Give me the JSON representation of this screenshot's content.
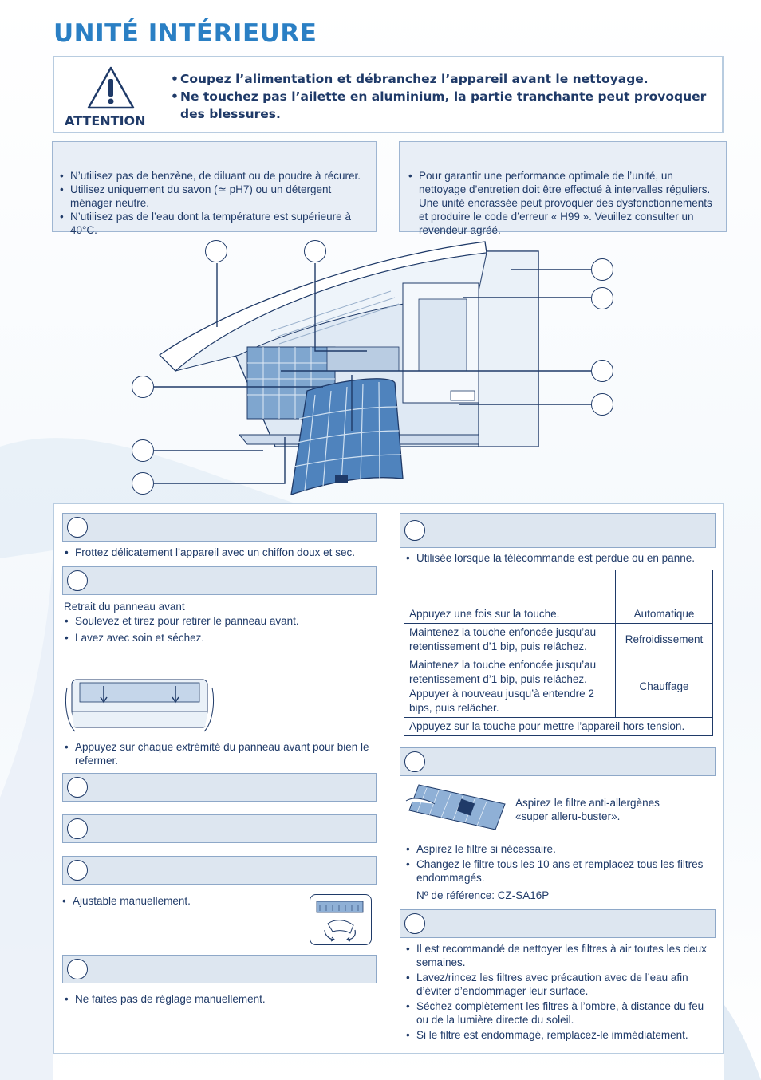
{
  "page_title": "UNITÉ INTÉRIEURE",
  "attention": {
    "label": "ATTENTION",
    "lines": [
      "Coupez l’alimentation et débranchez l’appareil avant le nettoyage.",
      "Ne touchez pas l’ailette en aluminium, la partie tranchante peut provoquer des blessures."
    ]
  },
  "notes_left": [
    "N’utilisez pas de benzène, de diluant ou de poudre à récurer.",
    "Utilisez uniquement du savon (≃ pH7) ou un détergent ménager neutre.",
    "N’utilisez pas de l’eau dont la température est supérieure à 40°C."
  ],
  "notes_right": [
    "Pour garantir une performance optimale de l’unité, un nettoyage d’entretien doit être effectué à intervalles réguliers. Une unité encrassée peut provoquer des dysfonctionnements et produire le code d’erreur « H99 ». Veuillez consulter un revendeur agréé."
  ],
  "left_sections": {
    "s1_bullets": [
      "Frottez délicatement l’appareil avec un chiffon doux et sec."
    ],
    "s2_intro": "Retrait du panneau avant",
    "s2_bullets": [
      "Soulevez et tirez pour retirer le panneau avant.",
      "Lavez avec soin et séchez."
    ],
    "s2_bullets_after": [
      "Appuyez sur chaque extrémité du panneau avant pour bien le refermer."
    ],
    "s5_bullets": [
      "Ajustable manuellement."
    ],
    "s6_bullets": [
      "Ne faites pas de réglage manuellement."
    ]
  },
  "right_sections": {
    "auto_bullets": [
      "Utilisée lorsque la télécommande est perdue ou en panne."
    ],
    "table": [
      {
        "action": "Appuyez une fois sur la touche.",
        "mode": "Automatique"
      },
      {
        "action": "Maintenez la touche enfoncée jusqu’au retentissement d’1 bip, puis relâchez.",
        "mode": "Refroidissement"
      },
      {
        "action": "Maintenez la touche enfoncée jusqu’au retentissement d’1 bip, puis relâchez. Appuyer à nouveau jusqu’à entendre 2 bips, puis relâcher.",
        "mode": "Chauffage"
      },
      {
        "action": "Appuyez sur la touche pour mettre l’appareil hors tension.",
        "mode": ""
      }
    ],
    "filter_caption": "Aspirez le filtre anti-allergènes «super alleru-buster».",
    "filter_bullets": [
      "Aspirez le filtre si nécessaire.",
      "Changez le filtre tous les 10 ans et remplacez tous les filtres endommagés."
    ],
    "filter_ref": "Nº de référence: CZ-SA16P",
    "airfilter_bullets": [
      "Il est recommandé de nettoyer les filtres à air toutes les deux semaines.",
      "Lavez/rincez les filtres avec précaution avec de l’eau afin d’éviter d’endommager leur surface.",
      "Séchez complètement les filtres à l’ombre, à distance du feu ou de la lumière directe du soleil.",
      "Si le filtre est endommagé, remplacez-le immédiatement."
    ]
  },
  "colors": {
    "title": "#2a7fc4",
    "text": "#1f3a68",
    "header_bg": "#dde6f0",
    "note_bg": "#e8eef6"
  }
}
